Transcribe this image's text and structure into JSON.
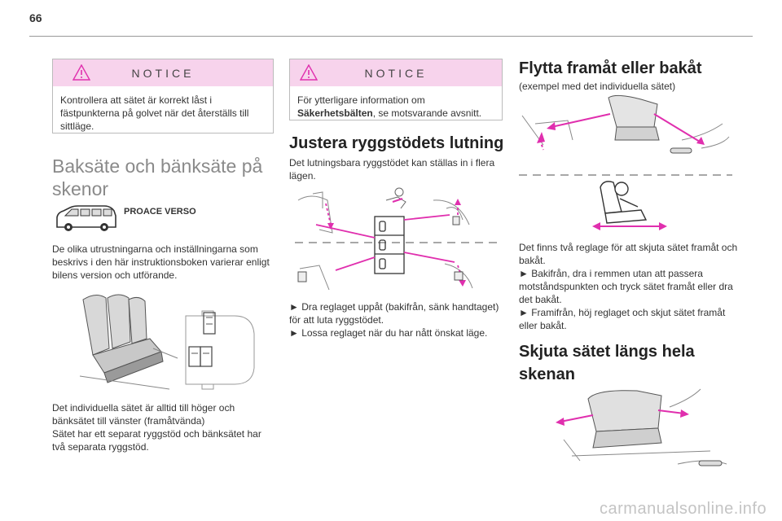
{
  "page_number": "66",
  "col1": {
    "notice": {
      "title": "NOTICE",
      "text": "Kontrollera att sätet är korrekt låst i fästpunkterna på golvet när det återställs till sittläge."
    },
    "heading_line1": "Baksäte och bänksäte på",
    "heading_line2": "skenor",
    "model_label": "PROACE VERSO",
    "intro_text": "De olika utrustningarna och inställningarna som beskrivs i den här instruktionsboken varierar enligt bilens version och utförande.",
    "caption_line1": "Det individuella sätet är alltid till höger och",
    "caption_line2": "bänksätet till vänster (framåtvända)",
    "caption_line3": "Sätet har ett separat ryggstöd och bänksätet har",
    "caption_line4": "två separata ryggstöd."
  },
  "col2": {
    "notice": {
      "title": "NOTICE",
      "text_prefix": "För ytterligare information om",
      "text_bold": "Säkerhetsbälten",
      "text_suffix": ", se motsvarande avsnitt."
    },
    "heading": "Justera ryggstödets lutning",
    "intro": "Det lutningsbara ryggstödet kan ställas in i flera lägen.",
    "step1": "► Dra reglaget uppåt (bakifrån, sänk handtaget) för att luta ryggstödet.",
    "step2": "► Lossa reglaget när du har nått önskat läge."
  },
  "col3": {
    "heading": "Flytta framåt eller bakåt",
    "subtitle": "(exempel med det individuella sätet)",
    "text1": "Det finns två reglage för att skjuta sätet framåt och bakåt.",
    "step1": "► Bakifrån, dra i remmen utan att passera motståndspunkten och tryck sätet framåt eller dra det bakåt.",
    "step2": "► Framifrån, höj reglaget och skjut sätet framåt eller bakåt.",
    "heading2_line1": "Skjuta sätet längs hela",
    "heading2_line2": "skenan"
  },
  "watermark": "carmanualsonline.info",
  "colors": {
    "notice_bg": "#f7d3ec",
    "arrow": "#e02fae",
    "heading_light": "#8a8a8a"
  }
}
